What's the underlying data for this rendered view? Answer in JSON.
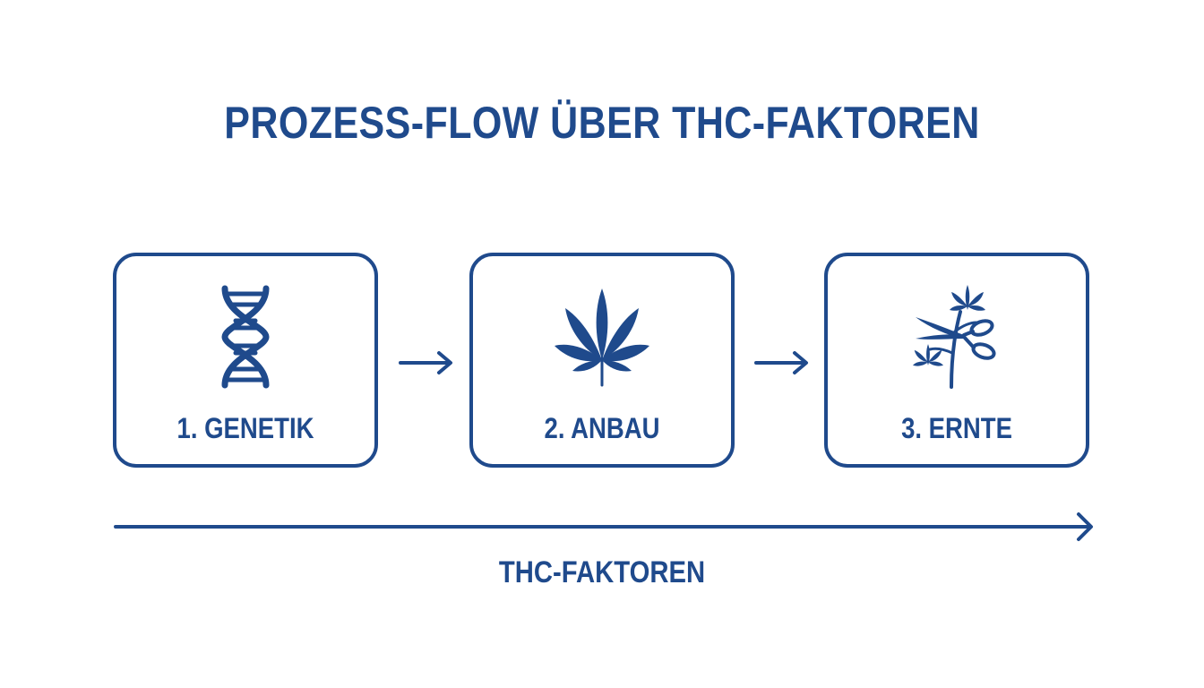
{
  "title": "PROZESS-FLOW ÜBER THC-FAKTOREN",
  "steps": [
    {
      "label": "1. GENETIK",
      "icon": "dna-icon"
    },
    {
      "label": "2. ANBAU",
      "icon": "cannabis-leaf-icon"
    },
    {
      "label": "3. ERNTE",
      "icon": "scissors-plant-icon"
    }
  ],
  "axis_label": "THC-FAKTOREN",
  "colors": {
    "primary": "#1f4a8c",
    "background": "#ffffff"
  }
}
